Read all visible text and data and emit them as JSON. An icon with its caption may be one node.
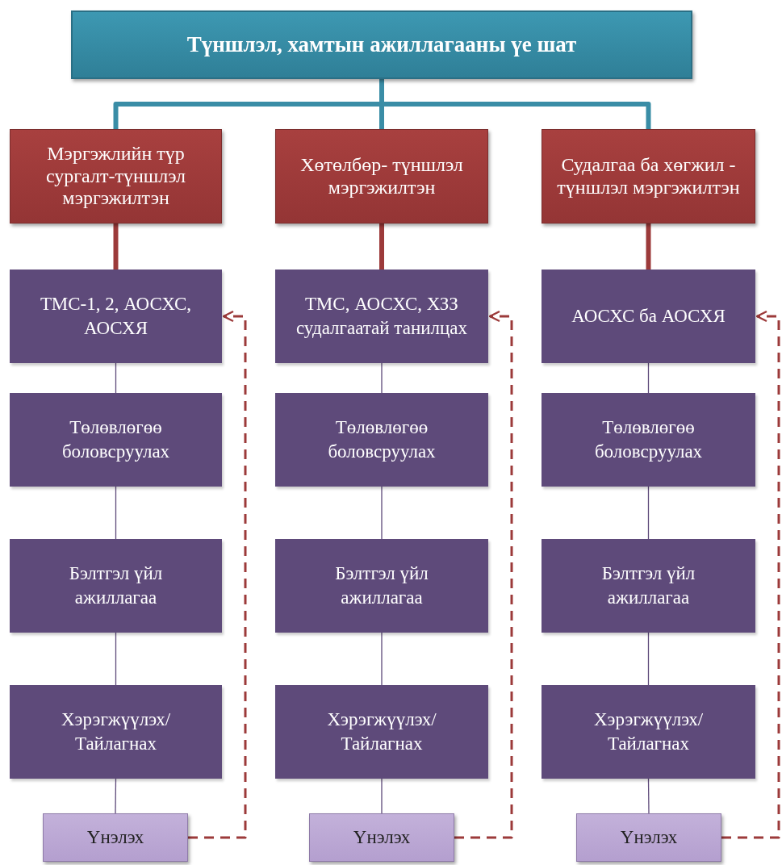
{
  "diagram": {
    "nodes": [
      {
        "text": [
          "Түншлэл, хамтын ажиллагааны үе шат"
        ]
      },
      {
        "text": [
          "Мэргэжлийн түр сургалт-түншлэл мэргэжилтэн"
        ]
      },
      {
        "text": [
          "Хөтөлбөр- түншлэл мэргэжилтэн"
        ]
      },
      {
        "text": [
          "Судалгаа ба хөгжил - түншлэл мэргэжилтэн"
        ]
      },
      {
        "text": [
          "ТМС-1, 2, АОСХС, АОСХЯ"
        ]
      },
      {
        "text": [
          "ТМС, АОСХС, ХЗЗ судалгаатай танилцах"
        ]
      },
      {
        "text": [
          "АОСХС ба АОСХЯ"
        ]
      },
      {
        "text": [
          "Төлөвлөгөө боловсруулах"
        ]
      },
      {
        "text": [
          "Төлөвлөгөө боловсруулах"
        ]
      },
      {
        "text": [
          "Төлөвлөгөө боловсруулах"
        ]
      },
      {
        "text": [
          "Бэлтгэл үйл ажиллагаа"
        ]
      },
      {
        "text": [
          "Бэлтгэл үйл ажиллагаа"
        ]
      },
      {
        "text": [
          "Бэлтгэл үйл ажиллагаа"
        ]
      },
      {
        "text": [
          "Хэрэгжүүлэх/ Тайлагнах"
        ]
      },
      {
        "text": [
          "Хэрэгжүүлэх/ Тайлагнах"
        ]
      },
      {
        "text": [
          "Хэрэгжүүлэх/ Тайлагнах"
        ]
      },
      {
        "text": [
          "Үнэлэх"
        ]
      },
      {
        "text": [
          "Үнэлэх"
        ]
      },
      {
        "text": [
          "Үнэлэх"
        ]
      }
    ],
    "edges": [
      {
        "from": 0,
        "to": 1,
        "arrow": "none",
        "style": "thick",
        "color": "#3a8da6"
      },
      {
        "from": 0,
        "to": 2,
        "arrow": "none",
        "style": "thick",
        "color": "#3a8da6"
      },
      {
        "from": 0,
        "to": 3,
        "arrow": "none",
        "style": "thick",
        "color": "#3a8da6"
      },
      {
        "from": 1,
        "to": 4,
        "arrow": "none",
        "style": "thick",
        "color": "#9c3a3a"
      },
      {
        "from": 2,
        "to": 5,
        "arrow": "none",
        "style": "thick",
        "color": "#9c3a3a"
      },
      {
        "from": 3,
        "to": 6,
        "arrow": "none",
        "style": "thick",
        "color": "#9c3a3a"
      },
      {
        "from": 4,
        "to": 7,
        "arrow": "none"
      },
      {
        "from": 5,
        "to": 8,
        "arrow": "none"
      },
      {
        "from": 6,
        "to": 9,
        "arrow": "none"
      },
      {
        "from": 7,
        "to": 10,
        "arrow": "none"
      },
      {
        "from": 8,
        "to": 11,
        "arrow": "none"
      },
      {
        "from": 9,
        "to": 12,
        "arrow": "none"
      },
      {
        "from": 10,
        "to": 13,
        "arrow": "none"
      },
      {
        "from": 11,
        "to": 14,
        "arrow": "none"
      },
      {
        "from": 12,
        "to": 15,
        "arrow": "none"
      },
      {
        "from": 13,
        "to": 16,
        "arrow": "none"
      },
      {
        "from": 14,
        "to": 17,
        "arrow": "none"
      },
      {
        "from": 15,
        "to": 18,
        "arrow": "none"
      },
      {
        "from": 16,
        "to": 4,
        "arrow": "to",
        "style": "dashed",
        "color": "#9c3a3a"
      },
      {
        "from": 17,
        "to": 5,
        "arrow": "to",
        "style": "dashed",
        "color": "#9c3a3a"
      },
      {
        "from": 18,
        "to": 6,
        "arrow": "to",
        "style": "dashed",
        "color": "#9c3a3a"
      }
    ]
  }
}
